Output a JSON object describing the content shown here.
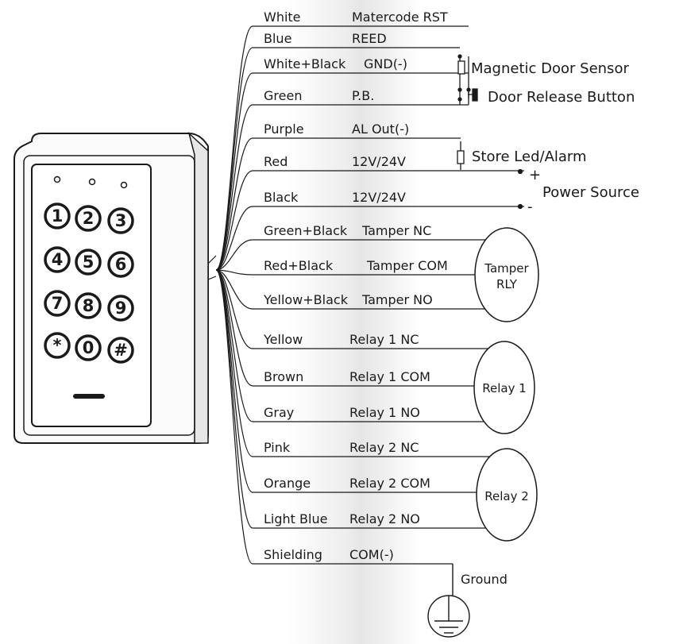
{
  "wires": [
    {
      "color": "White",
      "signal": "Matercode RST"
    },
    {
      "color": "Blue",
      "signal": "REED"
    },
    {
      "color": "White+Black",
      "signal": "GND(-)"
    },
    {
      "color": "Green",
      "signal": "P.B."
    },
    {
      "color": "Purple",
      "signal": "AL Out(-)"
    },
    {
      "color": "Red",
      "signal": "12V/24V"
    },
    {
      "color": "Black",
      "signal": "12V/24V"
    },
    {
      "color": "Green+Black",
      "signal": "Tamper NC"
    },
    {
      "color": "Red+Black",
      "signal": "Tamper COM"
    },
    {
      "color": "Yellow+Black",
      "signal": "Tamper NO"
    },
    {
      "color": "Yellow",
      "signal": "Relay 1 NC"
    },
    {
      "color": "Brown",
      "signal": "Relay 1 COM"
    },
    {
      "color": "Gray",
      "signal": "Relay 1 NO"
    },
    {
      "color": "Pink",
      "signal": "Relay 2 NC"
    },
    {
      "color": "Orange",
      "signal": "Relay 2 COM"
    },
    {
      "color": "Light Blue",
      "signal": "Relay 2 NO"
    },
    {
      "color": "Shielding",
      "signal": "COM(-)"
    }
  ],
  "devices": {
    "magnetic_sensor": "Magnetic Door Sensor",
    "release_button": "Door Release Button",
    "store_led": "Store Led/Alarm",
    "power_source": "Power Source",
    "plus": "+",
    "minus": "-",
    "ground": "Ground"
  },
  "relays": {
    "tamper_line1": "Tamper",
    "tamper_line2": "RLY",
    "relay1": "Relay 1",
    "relay2": "Relay 2"
  },
  "keypad": {
    "keys": [
      "1",
      "2",
      "3",
      "4",
      "5",
      "6",
      "7",
      "8",
      "9",
      "*",
      "0",
      "#"
    ]
  }
}
